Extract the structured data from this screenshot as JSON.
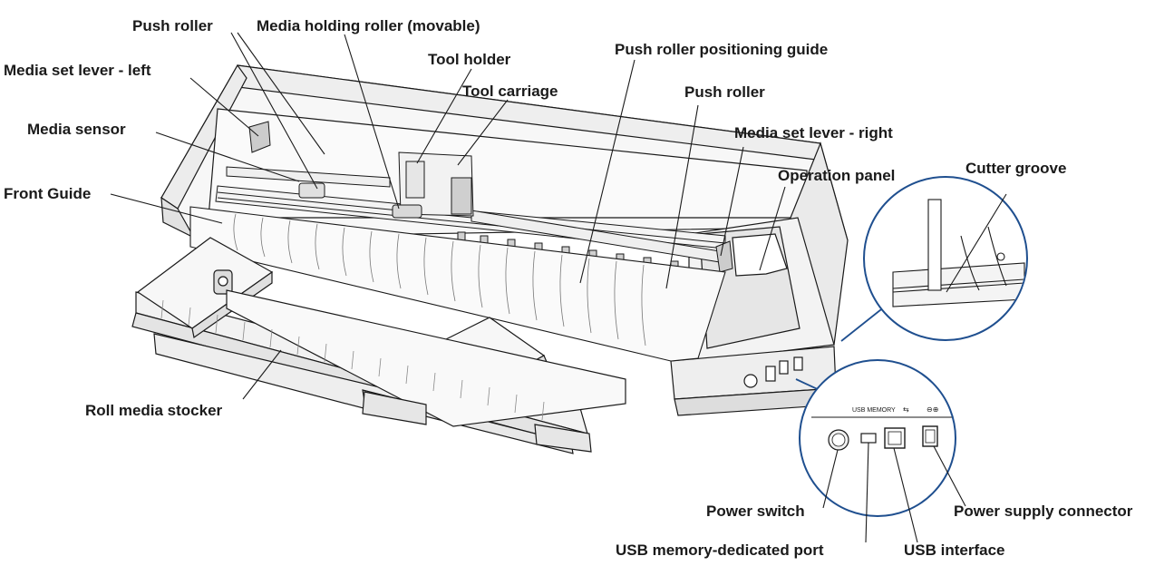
{
  "labels": {
    "push_roller_left": "Push roller",
    "media_holding_roller": "Media holding roller (movable)",
    "tool_holder": "Tool holder",
    "push_roller_positioning_guide": "Push roller positioning guide",
    "media_set_lever_left": "Media set lever - left",
    "tool_carriage": "Tool carriage",
    "push_roller_right": "Push roller",
    "media_sensor": "Media sensor",
    "media_set_lever_right": "Media set lever - right",
    "operation_panel": "Operation panel",
    "cutter_groove": "Cutter groove",
    "front_guide": "Front Guide",
    "roll_media_stocker": "Roll media stocker",
    "power_switch": "Power switch",
    "power_supply_connector": "Power supply connector",
    "usb_memory_port": "USB memory-dedicated port",
    "usb_interface": "USB interface"
  },
  "inset_text": {
    "usb_memory": "USB MEMORY"
  },
  "colors": {
    "accent_blue": "#1f4f8f",
    "line": "#1a1a1a",
    "body_fill": "#ffffff",
    "shade": "#d9d9d9"
  }
}
